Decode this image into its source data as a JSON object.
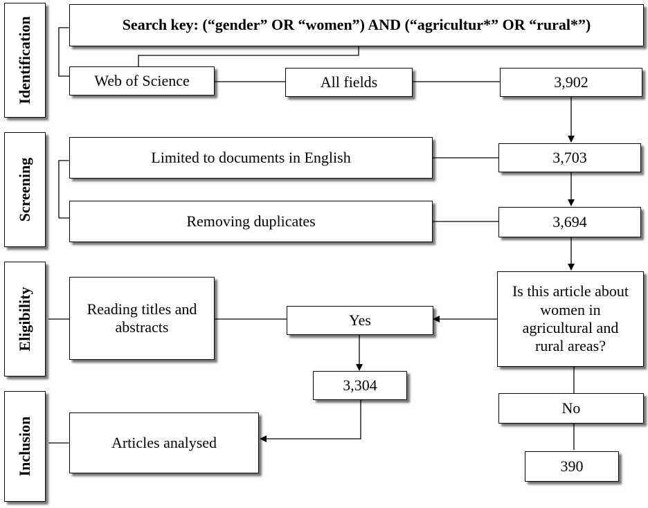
{
  "phases": {
    "identification": "Identification",
    "screening": "Screening",
    "eligibility": "Eligibility",
    "inclusion": "Inclusion"
  },
  "identification": {
    "search_key": "Search key: (“gender” OR “women”) AND (“agricultur*” OR “rural*”)",
    "database": "Web of Science",
    "fields": "All fields",
    "count": "3,902"
  },
  "screening": {
    "language_filter": "Limited to documents in English",
    "language_count": "3,703",
    "duplicates": "Removing duplicates",
    "duplicates_count": "3,694"
  },
  "eligibility": {
    "question": "Is this article about women in agricultural and rural areas?",
    "reading": "Reading titles and abstracts",
    "yes": "Yes",
    "no": "No",
    "no_count": "390"
  },
  "inclusion": {
    "yes_count": "3,304",
    "result": "Articles analysed"
  }
}
